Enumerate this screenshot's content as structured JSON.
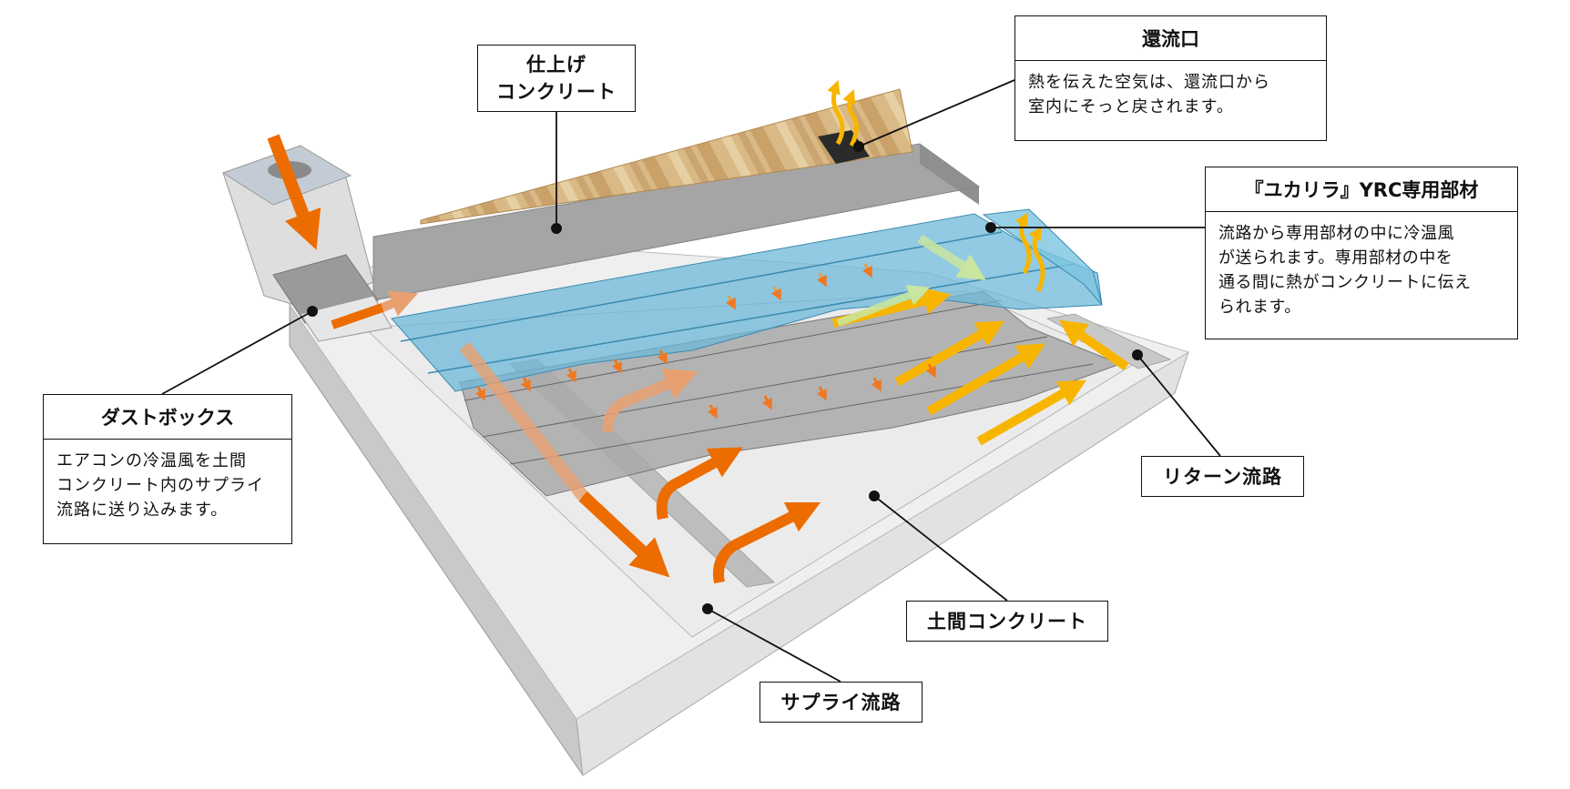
{
  "title": "YRC floor heating/cooling system cutaway diagram",
  "colors": {
    "supply_arrow": "#ec6c00",
    "return_arrow": "#f8b500",
    "vent_arrow": "#f8b500",
    "yrc_member": "#6cb8d8",
    "inner_flow_arrow": "#c8e6a0",
    "finish_concrete": "#a6a6a6",
    "earth_concrete": "#efefef",
    "wood_floor": "#d4b27c",
    "leader_line": "#111111"
  },
  "callouts": {
    "return_vent": {
      "title": "還流口",
      "lines": [
        "熱を伝えた空気は、還流口から",
        "室内にそっと戻されます。"
      ]
    },
    "yrc_member": {
      "title": "『ユカリラ』YRC専用部材",
      "lines": [
        "流路から専用部材の中に冷温風",
        "が送られます。専用部材の中を",
        "通る間に熱がコンクリートに伝え",
        "られます。"
      ]
    },
    "dust_box": {
      "title": "ダストボックス",
      "lines": [
        "エアコンの冷温風を土間",
        "コンクリート内のサプライ",
        "流路に送り込みます。"
      ]
    }
  },
  "labels": {
    "finish_concrete": [
      "仕上げ",
      "コンクリート"
    ],
    "return_channel": "リターン流路",
    "earth_concrete": "土間コンクリート",
    "supply_channel": "サプライ流路"
  }
}
